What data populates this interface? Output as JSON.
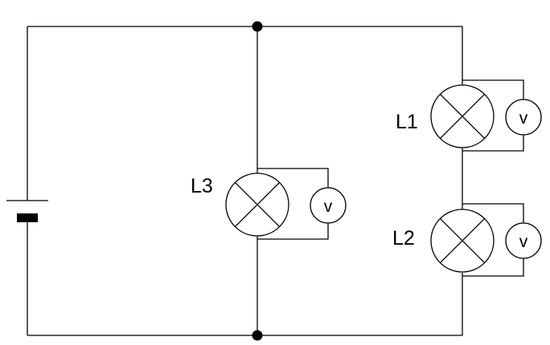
{
  "lamps": [
    {
      "id": "L1",
      "label": "L1"
    },
    {
      "id": "L2",
      "label": "L2"
    },
    {
      "id": "L3",
      "label": "L3"
    }
  ],
  "voltmeters": [
    {
      "across": "L1",
      "symbol": "V"
    },
    {
      "across": "L2",
      "symbol": "V"
    },
    {
      "across": "L3",
      "symbol": "V"
    }
  ],
  "battery": {
    "present": true
  }
}
